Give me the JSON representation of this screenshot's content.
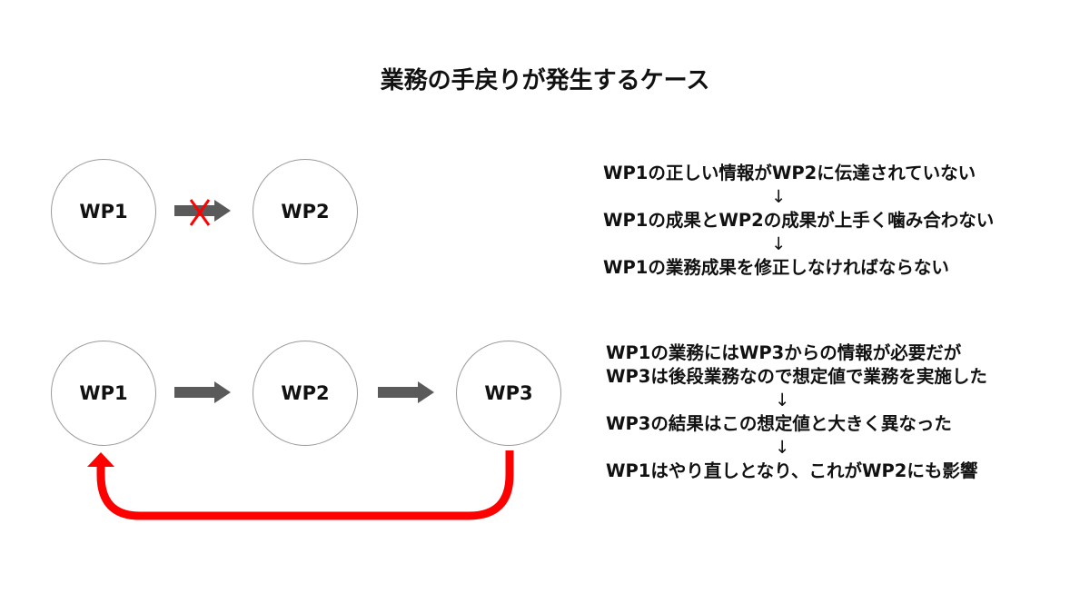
{
  "title": "業務の手戻りが発生するケース",
  "case1": {
    "nodes": [
      "WP1",
      "WP2"
    ],
    "notes": [
      "WP1の正しい情報がWP2に伝達されていない",
      "↓",
      "WP1の成果とWP2の成果が上手く噛み合わない",
      "↓",
      "WP1の業務成果を修正しなければならない"
    ]
  },
  "case2": {
    "nodes": [
      "WP1",
      "WP2",
      "WP3"
    ],
    "notes": [
      "WP1の業務にはWP3からの情報が必要だが",
      "WP3は後段業務なので想定値で業務を実施した",
      "↓",
      "WP3の結果はこの想定値と大きく異なった",
      "↓",
      "WP1はやり直しとなり、これがWP2にも影響"
    ]
  },
  "colors": {
    "arrow_gray": "#5a5a5a",
    "feedback_red": "#ff0000",
    "circle_border": "#9a9a9a"
  },
  "icons": {
    "blocked": "x-mark-icon",
    "flow": "right-arrow-icon",
    "feedback": "return-arrow-icon"
  }
}
